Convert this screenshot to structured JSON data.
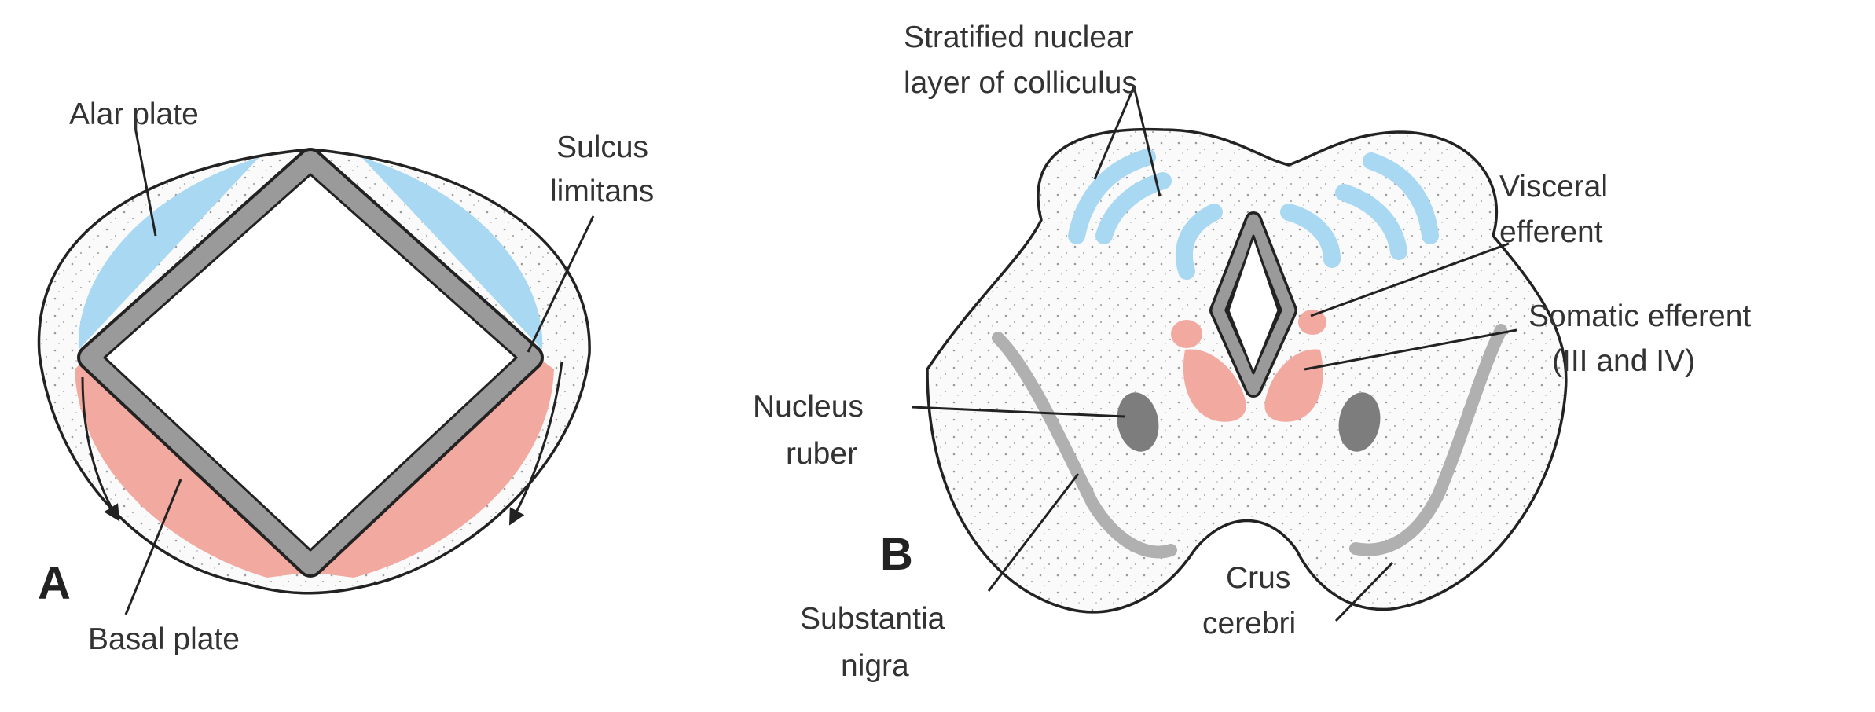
{
  "panels": [
    {
      "letter": "A"
    },
    {
      "letter": "B"
    }
  ],
  "labels": {
    "alar_plate": "Alar plate",
    "sulcus_limitans": [
      "Sulcus",
      "limitans"
    ],
    "basal_plate": "Basal plate",
    "stratified": [
      "Stratified nuclear",
      "layer of colliculus"
    ],
    "visceral_efferent": [
      "Visceral",
      "efferent"
    ],
    "somatic_efferent": [
      "Somatic efferent",
      "(III and IV)"
    ],
    "nucleus_ruber": [
      "Nucleus",
      "ruber"
    ],
    "substantia_nigra": [
      "Substantia",
      "nigra"
    ],
    "crus_cerebri": [
      "Crus",
      "cerebri"
    ]
  },
  "colors": {
    "alar": "#a9d8f2",
    "basal": "#f2a9a0",
    "ventricle_wall": "#8c8c8c",
    "nucleus": "#7d7d7d",
    "tract": "#b0b0b0",
    "outline": "#222222"
  }
}
